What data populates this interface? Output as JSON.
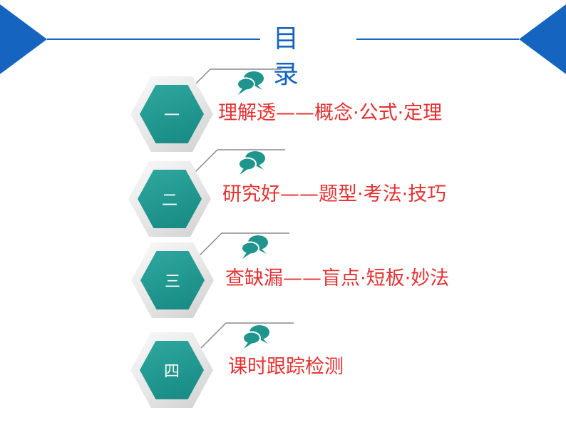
{
  "header": {
    "title": "目 录",
    "accent_color": "#1565c0"
  },
  "items": [
    {
      "number": "一",
      "label": "理解透——概念·公式·定理",
      "icon": "chat-bubbles-icon"
    },
    {
      "number": "二",
      "label": "研究好——题型·考法·技巧",
      "icon": "chat-bubbles-icon"
    },
    {
      "number": "三",
      "label": "查缺漏——盲点·短板·妙法",
      "icon": "chat-bubbles-icon"
    },
    {
      "number": "四",
      "label": "课时跟踪检测",
      "icon": "chat-bubbles-icon"
    }
  ],
  "colors": {
    "hexagon": "#1f958d",
    "label": "#e53030",
    "icon": "#1f958d"
  }
}
